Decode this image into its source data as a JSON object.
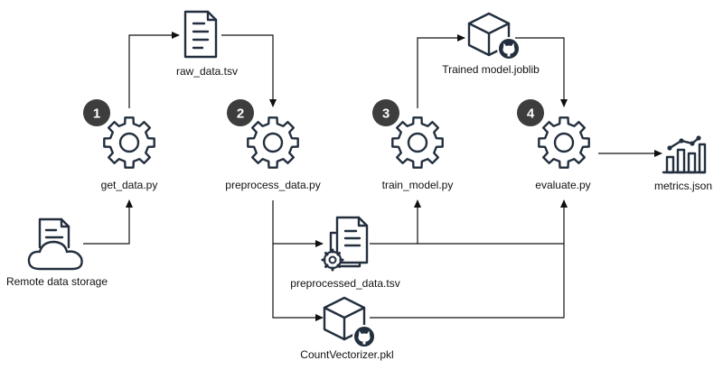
{
  "nodes": {
    "remote_storage": "Remote data storage",
    "get_data": "get_data.py",
    "raw_data": "raw_data.tsv",
    "preprocess": "preprocess_data.py",
    "preprocessed": "preprocessed_data.tsv",
    "vectorizer": "CountVectorizer.pkl",
    "train": "train_model.py",
    "trained_model": "Trained model.joblib",
    "evaluate": "evaluate.py",
    "metrics": "metrics.json"
  },
  "steps": [
    "1",
    "2",
    "3",
    "4"
  ],
  "icons": {
    "script": "gear-icon",
    "file": "document-icon",
    "remote": "cloud-document-icon",
    "model": "cube-github-icon",
    "metrics": "bar-chart-icon"
  },
  "colors": {
    "icon": "#232f3e",
    "badge": "#3d3d3d",
    "edge": "#111111"
  }
}
